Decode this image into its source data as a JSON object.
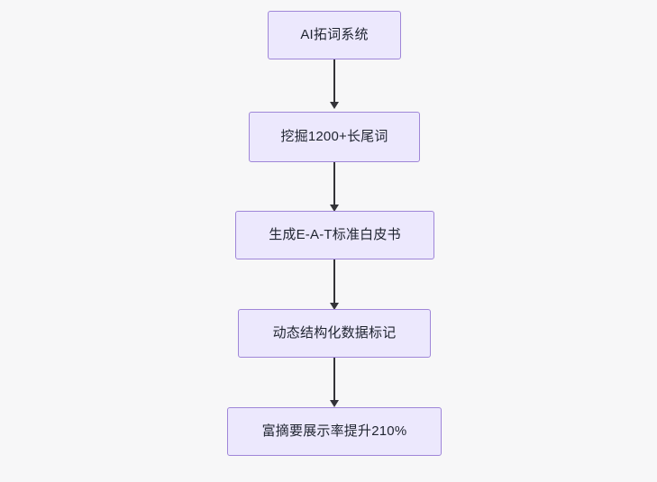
{
  "diagram": {
    "type": "flowchart",
    "direction": "top-to-bottom",
    "background_color": "#f7f7f8",
    "node_fill_color": "#ece8fd",
    "node_border_color": "#9f86d8",
    "edge_color": "#333338",
    "nodes": [
      {
        "id": "n1",
        "label": "AI拓词系统"
      },
      {
        "id": "n2",
        "label": "挖掘1200+长尾词"
      },
      {
        "id": "n3",
        "label": "生成E-A-T标准白皮书"
      },
      {
        "id": "n4",
        "label": "动态结构化数据标记"
      },
      {
        "id": "n5",
        "label": "富摘要展示率提升210%"
      }
    ],
    "edges": [
      {
        "from": "n1",
        "to": "n2"
      },
      {
        "from": "n2",
        "to": "n3"
      },
      {
        "from": "n3",
        "to": "n4"
      },
      {
        "from": "n4",
        "to": "n5"
      }
    ]
  }
}
